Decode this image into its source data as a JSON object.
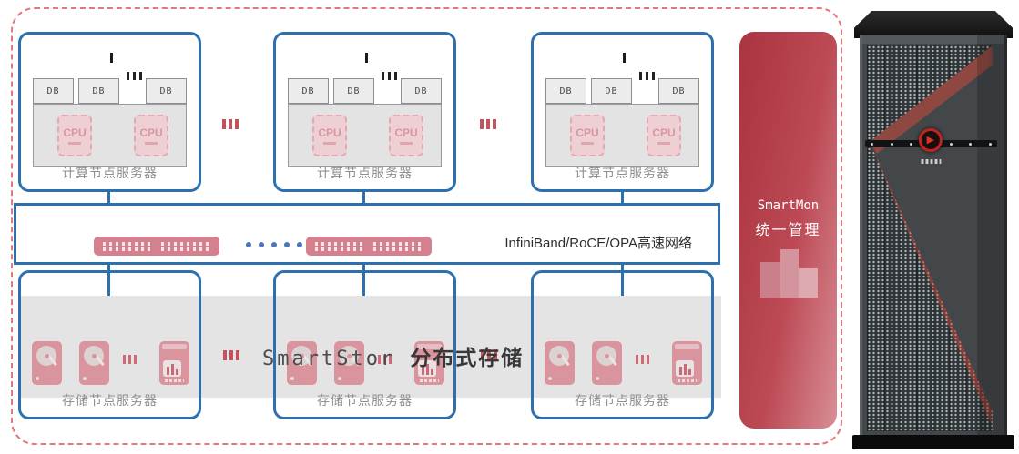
{
  "diagram": {
    "compute": {
      "node_label": "计算节点服务器",
      "db_label": "DB",
      "cpu_label": "CPU"
    },
    "network": {
      "label": "InfiniBand/RoCE/OPA高速网络"
    },
    "storage": {
      "node_label": "存储节点服务器",
      "brand": "SmartStor",
      "layer_title": "分布式存储"
    },
    "management": {
      "brand": "SmartMon",
      "title": "统一管理"
    },
    "colors": {
      "node_border_blue": "#2e6fad",
      "frame_dashed_red": "#e27878",
      "switch_pink": "#d5808e",
      "network_dot_blue": "#4a74bd",
      "management_red_dark": "#aa3440",
      "management_red_light": "#d88e96",
      "chip_pink": "#eed0d4",
      "band_gray": "#e4e4e4"
    }
  }
}
